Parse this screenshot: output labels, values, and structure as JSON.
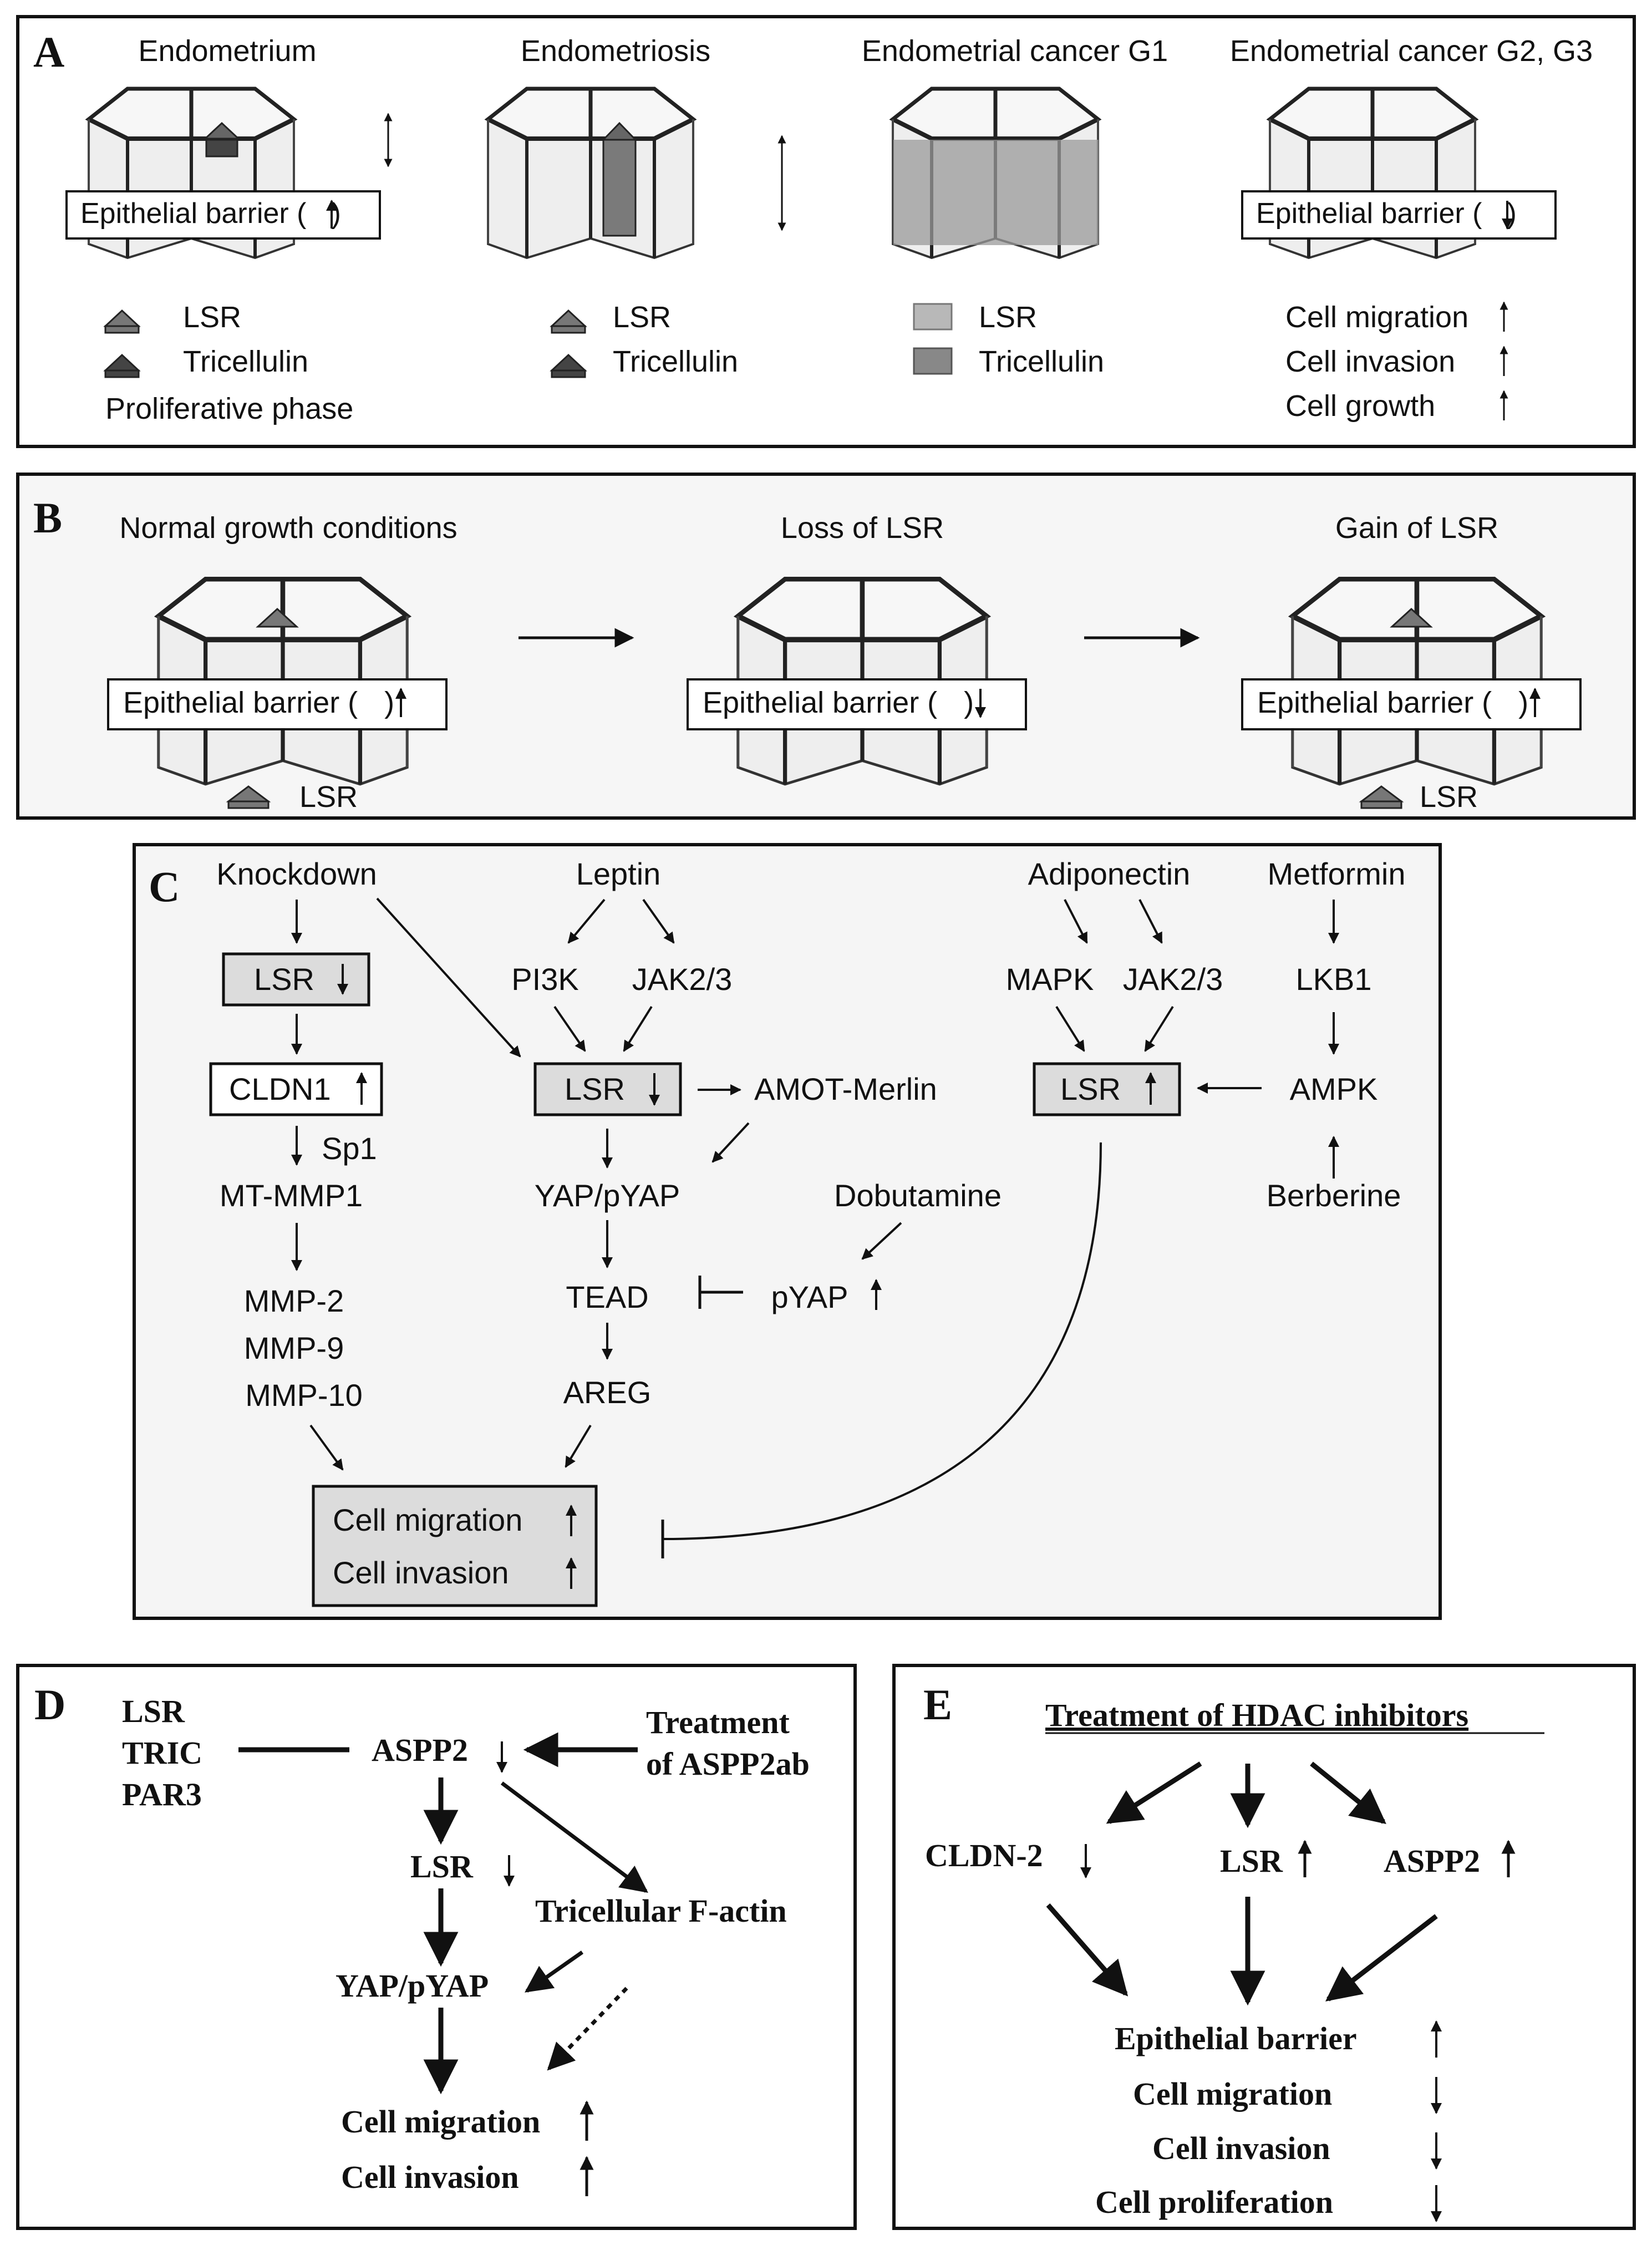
{
  "panel_a": {
    "letter": "A",
    "col1_title": "Endometrium",
    "col2_title": "Endometriosis",
    "col3_title": "Endometrial cancer G1",
    "col4_title": "Endometrial cancer G2, G3",
    "barrier_up": "Epithelial barrier (",
    "barrier_close": ")",
    "legend_lsr": "LSR",
    "legend_tric": "Tricellulin",
    "phase": "Proliferative phase",
    "outcome_migration": "Cell migration",
    "outcome_invasion": "Cell invasion",
    "outcome_growth": "Cell growth"
  },
  "panel_b": {
    "letter": "B",
    "col1_title": "Normal growth conditions",
    "col2_title": "Loss of LSR",
    "col3_title": "Gain of LSR",
    "barrier": "Epithelial barrier (",
    "barrier_close": ")",
    "legend_lsr": "LSR"
  },
  "panel_c": {
    "letter": "C",
    "knockdown": "Knockdown",
    "leptin": "Leptin",
    "adiponectin": "Adiponectin",
    "metformin": "Metformin",
    "lsr_down_1": "LSR",
    "pi3k": "PI3K",
    "jak_1": "JAK2/3",
    "mapk": "MAPK",
    "jak_2": "JAK2/3",
    "lkb1": "LKB1",
    "cldn1": "CLDN1",
    "lsr_down_2": "LSR",
    "amot": "AMOT-Merlin",
    "lsr_up": "LSR",
    "ampk": "AMPK",
    "sp1": "Sp1",
    "mtmmp1": "MT-MMP1",
    "yap": "YAP/pYAP",
    "dobutamine": "Dobutamine",
    "berberine": "Berberine",
    "tead": "TEAD",
    "pyap": "pYAP",
    "mmp2": "MMP-2",
    "mmp9": "MMP-9",
    "mmp10": "MMP-10",
    "areg": "AREG",
    "out_migration": "Cell migration",
    "out_invasion": "Cell invasion"
  },
  "panel_d": {
    "letter": "D",
    "lsr": "LSR",
    "tric": "TRIC",
    "par3": "PAR3",
    "aspp2": "ASPP2",
    "treat1": "Treatment",
    "treat2": "of ASPP2ab",
    "lsr_mid": "LSR",
    "factin": "Tricellular F-actin",
    "yap": "YAP/pYAP",
    "migration": "Cell migration",
    "invasion": "Cell invasion"
  },
  "panel_e": {
    "letter": "E",
    "title": "Treatment of HDAC inhibitors",
    "cldn2": "CLDN-2",
    "lsr": "LSR",
    "aspp2": "ASPP2",
    "barrier": "Epithelial barrier",
    "migration": "Cell migration",
    "invasion": "Cell invasion",
    "proliferation": "Cell proliferation"
  }
}
